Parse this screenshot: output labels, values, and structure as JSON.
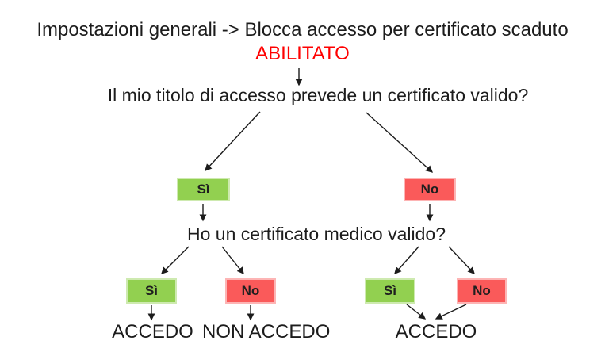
{
  "diagram": {
    "title": "Impostazioni generali -> Blocca accesso per certificato scaduto",
    "status": "ABILITATO",
    "question_access": "Il mio titolo di accesso prevede un certificato valido?",
    "question_medical": "Ho un certificato medico valido?",
    "branch_access": {
      "yes_label": "Sì",
      "no_label": "No"
    },
    "branch_medical_left": {
      "yes_label": "Sì",
      "no_label": "No"
    },
    "branch_medical_right": {
      "yes_label": "Sì",
      "no_label": "No"
    },
    "outcomes": {
      "left_yes": "ACCEDO",
      "left_no": "NON ACCEDO",
      "right": "ACCEDO"
    },
    "colors": {
      "yes_box": "#92d050",
      "no_box": "#fa5a5a",
      "status_text": "#ff0000",
      "diagram_text": "#1c1c1c",
      "arrow": "#1c1c1c",
      "background": "#ffffff"
    }
  }
}
